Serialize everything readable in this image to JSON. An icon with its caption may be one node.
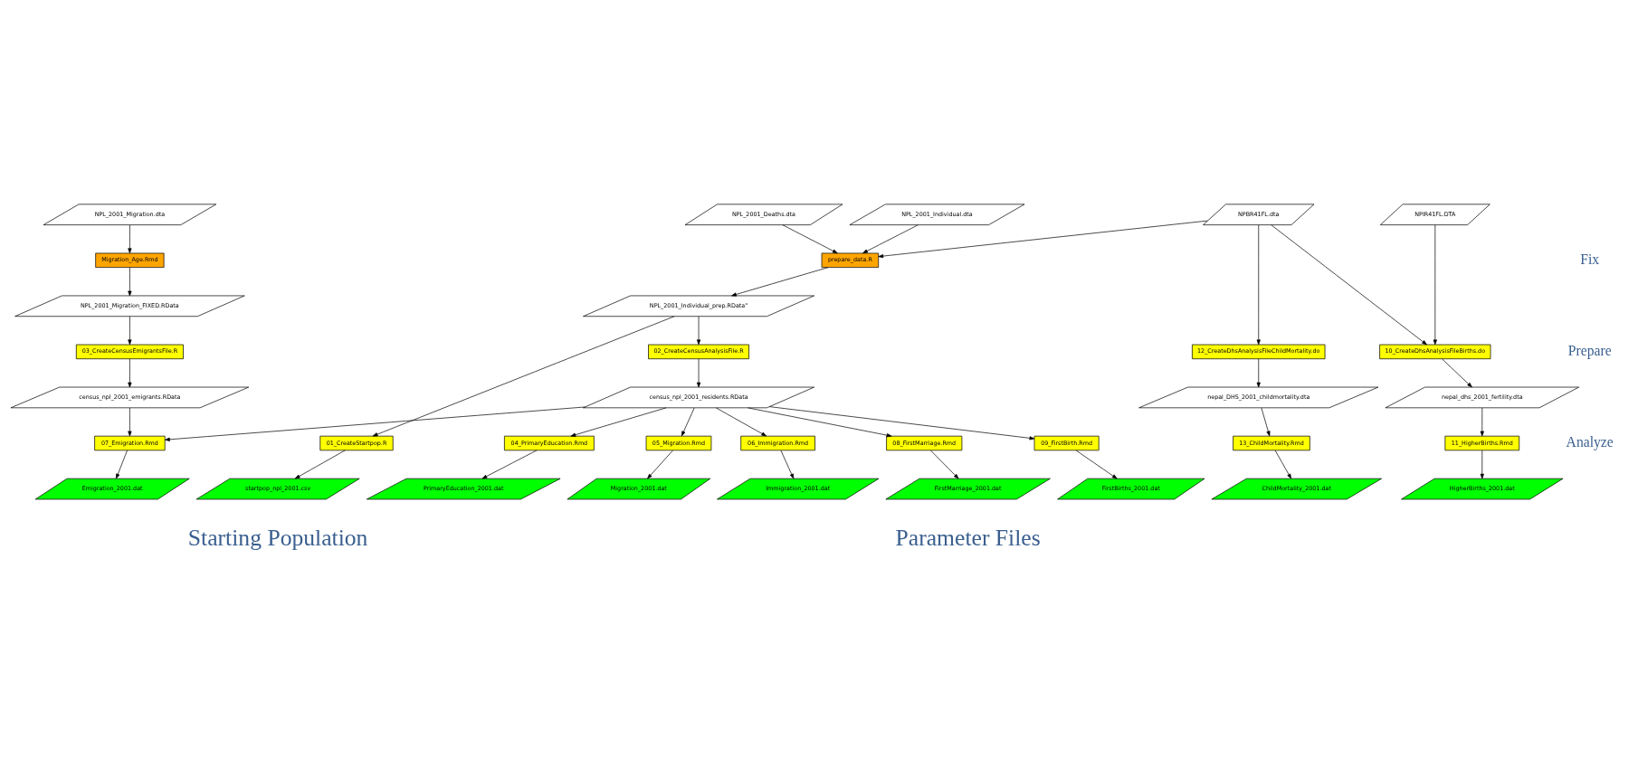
{
  "diagram": {
    "nodes": [
      {
        "text": [
          "NPL_2001_Individual.dta"
        ]
      },
      {
        "text": [
          "NPL_2001_Deaths.dta"
        ]
      },
      {
        "text": [
          "NPL_2001_Migration.dta"
        ]
      },
      {
        "text": [
          "NPBR41FL.dta"
        ]
      },
      {
        "text": [
          "NPIR41FL.DTA"
        ]
      },
      {
        "text": [
          "prepare_data.R"
        ]
      },
      {
        "text": [
          "Migration_Age.Rmd"
        ]
      },
      {
        "text": [
          "NPL_2001_Individual_prep.RData\""
        ]
      },
      {
        "text": [
          "NPL_2001_Migration_FIXED.RData"
        ]
      },
      {
        "text": [
          "02_CreateCensusAnalysisFile.R"
        ]
      },
      {
        "text": [
          "03_CreateCensusEmigrantsFile.R"
        ]
      },
      {
        "text": [
          "12_CreateDhsAnalysisFileChildMortality.do"
        ]
      },
      {
        "text": [
          "10_CreateDhsAnalysisFileBirths.do"
        ]
      },
      {
        "text": [
          "census_npl_2001_residents.RData"
        ]
      },
      {
        "text": [
          "census_npl_2001_emigrants.RData"
        ]
      },
      {
        "text": [
          "nepal_DHS_2001_childmortality.dta"
        ]
      },
      {
        "text": [
          "nepal_dhs_2001_fertility.dta"
        ]
      },
      {
        "text": [
          "01_CreateStartpop.R"
        ]
      },
      {
        "text": [
          "04_PrimaryEducation.Rmd"
        ]
      },
      {
        "text": [
          "05_Migration.Rmd"
        ]
      },
      {
        "text": [
          "06_Immigration.Rmd"
        ]
      },
      {
        "text": [
          "08_FirstMarriage.Rmd"
        ]
      },
      {
        "text": [
          "09_FirstBirth.Rmd"
        ]
      },
      {
        "text": [
          "07_Emigration.Rmd"
        ]
      },
      {
        "text": [
          "13_ChildMortality.Rmd"
        ]
      },
      {
        "text": [
          "11_HigherBirths.Rmd"
        ]
      },
      {
        "text": [
          "startpop_npl_2001.csv"
        ]
      },
      {
        "text": [
          "PrimaryEducation_2001.dat"
        ]
      },
      {
        "text": [
          "Migration_2001.dat"
        ]
      },
      {
        "text": [
          "Immigration_2001.dat"
        ]
      },
      {
        "text": [
          "FirstMarriage_2001.dat"
        ]
      },
      {
        "text": [
          "FirstBirths_2001.dat"
        ]
      },
      {
        "text": [
          "Emigration_2001.dat"
        ]
      },
      {
        "text": [
          "ChildMortality_2001.dat"
        ]
      },
      {
        "text": [
          "HigherBirths_2001.dat"
        ]
      }
    ],
    "edges": [
      {
        "from": 0,
        "to": 5,
        "arrow": "to"
      },
      {
        "from": 1,
        "to": 5,
        "arrow": "to"
      },
      {
        "from": 3,
        "to": 5,
        "arrow": "to"
      },
      {
        "from": 2,
        "to": 6,
        "arrow": "to"
      },
      {
        "from": 5,
        "to": 7,
        "arrow": "to"
      },
      {
        "from": 6,
        "to": 8,
        "arrow": "to"
      },
      {
        "from": 7,
        "to": 9,
        "arrow": "to"
      },
      {
        "from": 7,
        "to": 17,
        "arrow": "to"
      },
      {
        "from": 8,
        "to": 10,
        "arrow": "to"
      },
      {
        "from": 3,
        "to": 11,
        "arrow": "to"
      },
      {
        "from": 3,
        "to": 12,
        "arrow": "to"
      },
      {
        "from": 4,
        "to": 12,
        "arrow": "to"
      },
      {
        "from": 9,
        "to": 13,
        "arrow": "to"
      },
      {
        "from": 10,
        "to": 14,
        "arrow": "to"
      },
      {
        "from": 11,
        "to": 15,
        "arrow": "to"
      },
      {
        "from": 12,
        "to": 16,
        "arrow": "to"
      },
      {
        "from": 13,
        "to": 18,
        "arrow": "to"
      },
      {
        "from": 13,
        "to": 19,
        "arrow": "to"
      },
      {
        "from": 13,
        "to": 20,
        "arrow": "to"
      },
      {
        "from": 13,
        "to": 21,
        "arrow": "to"
      },
      {
        "from": 13,
        "to": 22,
        "arrow": "to"
      },
      {
        "from": 13,
        "to": 23,
        "arrow": "to"
      },
      {
        "from": 14,
        "to": 23,
        "arrow": "to"
      },
      {
        "from": 15,
        "to": 24,
        "arrow": "to"
      },
      {
        "from": 16,
        "to": 25,
        "arrow": "to"
      },
      {
        "from": 17,
        "to": 26,
        "arrow": "to"
      },
      {
        "from": 18,
        "to": 27,
        "arrow": "to"
      },
      {
        "from": 19,
        "to": 28,
        "arrow": "to"
      },
      {
        "from": 20,
        "to": 29,
        "arrow": "to"
      },
      {
        "from": 21,
        "to": 30,
        "arrow": "to"
      },
      {
        "from": 22,
        "to": 31,
        "arrow": "to"
      },
      {
        "from": 23,
        "to": 32,
        "arrow": "to"
      },
      {
        "from": 24,
        "to": 33,
        "arrow": "to"
      },
      {
        "from": 25,
        "to": 34,
        "arrow": "to"
      }
    ],
    "labels": [
      "Fix",
      "Prepare",
      "Analyze",
      "Starting Population",
      "Parameter Files"
    ]
  }
}
